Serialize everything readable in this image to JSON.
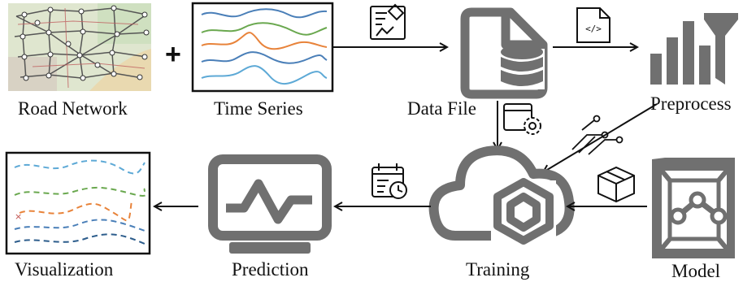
{
  "labels": {
    "road_network": "Road Network",
    "time_series": "Time Series",
    "data_file": "Data File",
    "preprocess": "Preprocess",
    "visualization": "Visualization",
    "prediction": "Prediction",
    "training": "Training",
    "model": "Model"
  },
  "plus_sign": "+",
  "icon_text": {
    "code": "</>"
  },
  "colors": {
    "icon_gray": "#707070",
    "dark": "#111111",
    "ts_blue": "#4a7fb8",
    "ts_green": "#6aa84f",
    "ts_orange": "#e8833a",
    "ts_light_blue": "#5da9d6",
    "map_bg": "#dfe6cf"
  }
}
